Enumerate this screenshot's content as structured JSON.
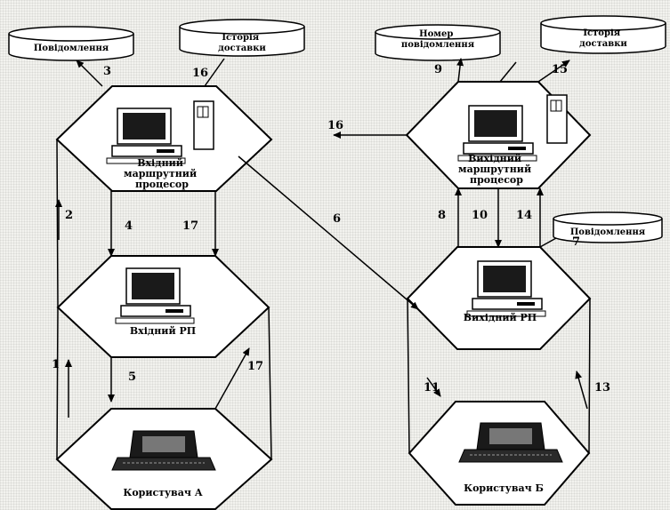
{
  "nodes": {
    "input_router": [
      "Вхідний",
      "маршрутний",
      "процесор"
    ],
    "output_router": [
      "Вихідний",
      "маршрутний",
      "процесор"
    ],
    "input_rp": "Вхідний РП",
    "output_rp": "Вихідний РП",
    "user_a": "Користувач А",
    "user_b": "Користувач Б"
  },
  "databases": {
    "messages_in": [
      "Повідомлення"
    ],
    "history_in": [
      "Історія",
      "доставки"
    ],
    "msg_number": [
      "Номер",
      "повідомлення"
    ],
    "history_out": [
      "Історія",
      "доставки"
    ],
    "messages_out": [
      "Повідомлення"
    ]
  },
  "arrow_labels": {
    "a1": "1",
    "a2": "2",
    "a3": "3",
    "a4": "4",
    "a5": "5",
    "a6": "6",
    "a7": "7",
    "a8": "8",
    "a9": "9",
    "a10": "10",
    "a11": "11",
    "a13": "13",
    "a14": "14",
    "a15": "15",
    "a16_db": "16",
    "a16_link": "16",
    "a17_down": "17",
    "a17_user": "17"
  }
}
